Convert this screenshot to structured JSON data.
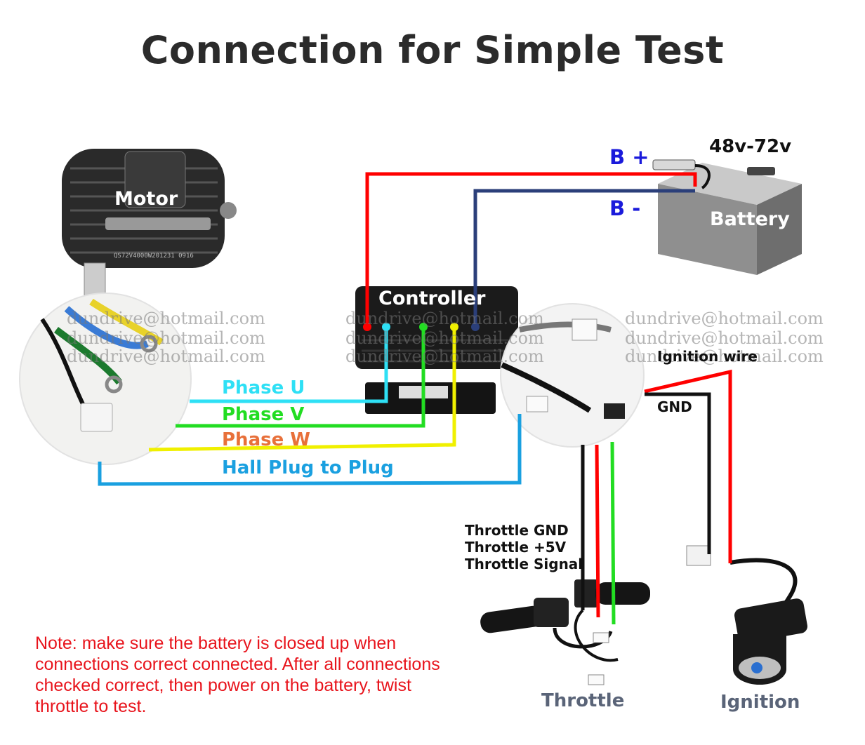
{
  "title": "Connection for Simple Test",
  "labels": {
    "motor": "Motor",
    "controller": "Controller",
    "battery": "Battery",
    "voltage": "48v-72v",
    "b_plus": "B +",
    "b_minus": "B -",
    "phase_u": "Phase U",
    "phase_v": "Phase V",
    "phase_w": "Phase W",
    "hall": "Hall Plug to Plug",
    "ignition_wire": "Ignition wire",
    "gnd": "GND",
    "throttle_gnd": "Throttle GND",
    "throttle_5v": "Throttle +5V",
    "throttle_signal": "Throttle Signal",
    "throttle": "Throttle",
    "ignition": "Ignition",
    "motor_serial": "QS72V4000W201231 0916"
  },
  "watermark": "dundrive@hotmail.com",
  "note": "Note: make sure the battery is closed up when connections correct connected. After all connections checked correct, then power on the battery, twist throttle to test.",
  "colors": {
    "red": "#ff0000",
    "navy": "#2b3f7a",
    "phase_u": "#2ee0f5",
    "phase_v": "#22dd22",
    "phase_w": "#f0f000",
    "hall": "#1aa0e0",
    "phase_w_text": "#e8703a",
    "b_label": "#1a1adb",
    "note": "#e8141c"
  }
}
